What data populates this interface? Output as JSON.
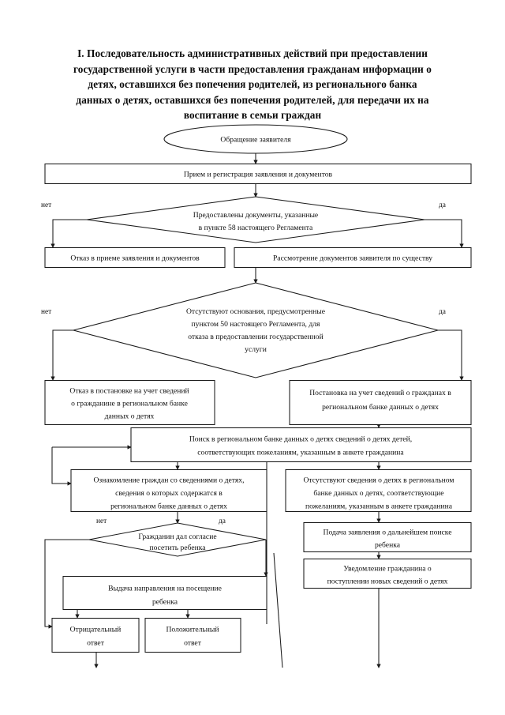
{
  "page": {
    "title_lines": [
      "I. Последовательность административных действий при предоставлении",
      "государственной услуги в части предоставления гражданам информации о",
      "детях, оставшихся без попечения родителей, из регионального банка",
      "данных о детях, оставшихся без попечения родителей, для передачи их на",
      "воспитание в семьи граждан"
    ],
    "background_color": "#ffffff",
    "line_color": "#1a1a1a"
  },
  "chart_data": {
    "type": "diagram",
    "title": "I. Последовательность административных действий при предоставлении государственной услуги в части предоставления гражданам информации о детях, оставшихся без попечения родителей, из регионального банка данных о детях, оставшихся без попечения родителей, для передачи их на воспитание в семьи граждан",
    "nodes": [
      {
        "id": "n1",
        "shape": "ellipse",
        "lines": [
          "Обращение заявителя"
        ]
      },
      {
        "id": "n2",
        "shape": "rect",
        "lines": [
          "Прием и регистрация заявления и документов"
        ]
      },
      {
        "id": "d1",
        "shape": "diamond",
        "lines": [
          "Предоставлены документы, указанные",
          "в пункте 58 настоящего Регламента"
        ]
      },
      {
        "id": "n3",
        "shape": "rect",
        "lines": [
          "Отказ в приеме заявления и документов"
        ]
      },
      {
        "id": "n4",
        "shape": "rect",
        "lines": [
          "Рассмотрение документов заявителя по существу"
        ]
      },
      {
        "id": "d2",
        "shape": "diamond",
        "lines": [
          "Отсутствуют основания, предусмотренные",
          "пунктом 50 настоящего Регламента, для",
          "отказа в предоставлении государственной",
          "услуги"
        ]
      },
      {
        "id": "n5",
        "shape": "rect",
        "lines": [
          "Отказ в постановке на учет сведений",
          "о гражданине в региональном банке",
          "данных о детях"
        ]
      },
      {
        "id": "n6",
        "shape": "rect",
        "lines": [
          "Постановка на учет сведений о гражданах в",
          "региональном банке данных о детях"
        ]
      },
      {
        "id": "n7",
        "shape": "rect",
        "lines": [
          "Поиск в региональном банке данных о детях сведений о детях детей,",
          "соответствующих пожеланиям, указанным в анкете гражданина"
        ]
      },
      {
        "id": "n8",
        "shape": "rect",
        "lines": [
          "Ознакомление граждан со сведениями о детях,",
          "сведения о которых содержатся в",
          "региональном банке данных о детях"
        ]
      },
      {
        "id": "n9",
        "shape": "rect",
        "lines": [
          "Отсутствуют сведения о детях в региональном",
          "банке данных о детях, соответствующие",
          "пожеланиям, указанным в анкете гражданина"
        ]
      },
      {
        "id": "d3",
        "shape": "diamond",
        "lines": [
          "Гражданин дал согласие",
          "посетить ребенка"
        ]
      },
      {
        "id": "n10",
        "shape": "rect",
        "lines": [
          "Подача заявления о дальнейшем поиске",
          "ребенка"
        ]
      },
      {
        "id": "n11",
        "shape": "rect",
        "lines": [
          "Уведомление гражданина о",
          "поступлении новых сведений о детях"
        ]
      },
      {
        "id": "n12",
        "shape": "rect",
        "lines": [
          "Выдача направления на посещение",
          "ребенка"
        ]
      },
      {
        "id": "n13",
        "shape": "rect",
        "lines": [
          "Отрицательный",
          "ответ"
        ]
      },
      {
        "id": "n14",
        "shape": "rect",
        "lines": [
          "Положительный",
          "ответ"
        ]
      }
    ],
    "branch_labels": [
      {
        "id": "b1-no",
        "text": "нет"
      },
      {
        "id": "b1-yes",
        "text": "да"
      },
      {
        "id": "b2-no",
        "text": "нет"
      },
      {
        "id": "b2-yes",
        "text": "да"
      },
      {
        "id": "b3-no",
        "text": "нет"
      },
      {
        "id": "b3-yes",
        "text": "да"
      }
    ],
    "edges": [
      {
        "from": "n1",
        "to": "n2",
        "label": ""
      },
      {
        "from": "n2",
        "to": "d1",
        "label": ""
      },
      {
        "from": "d1",
        "to": "n3",
        "label": "нет"
      },
      {
        "from": "d1",
        "to": "n4",
        "label": "да"
      },
      {
        "from": "n4",
        "to": "d2",
        "label": ""
      },
      {
        "from": "d2",
        "to": "n5",
        "label": "нет"
      },
      {
        "from": "d2",
        "to": "n6",
        "label": "да"
      },
      {
        "from": "n6",
        "to": "n7",
        "label": ""
      },
      {
        "from": "n7",
        "to": "n8",
        "label": ""
      },
      {
        "from": "n7",
        "to": "n9",
        "label": ""
      },
      {
        "from": "n8",
        "to": "d3",
        "label": ""
      },
      {
        "from": "d3",
        "to": "n12",
        "label": "да"
      },
      {
        "from": "d3",
        "to": "n13",
        "label": "нет"
      },
      {
        "from": "n9",
        "to": "n10",
        "label": ""
      },
      {
        "from": "n10",
        "to": "n11",
        "label": ""
      },
      {
        "from": "n12",
        "to": "n13",
        "label": ""
      },
      {
        "from": "n12",
        "to": "n14",
        "label": ""
      },
      {
        "from": "n11",
        "to": "n7",
        "label": ""
      }
    ]
  }
}
